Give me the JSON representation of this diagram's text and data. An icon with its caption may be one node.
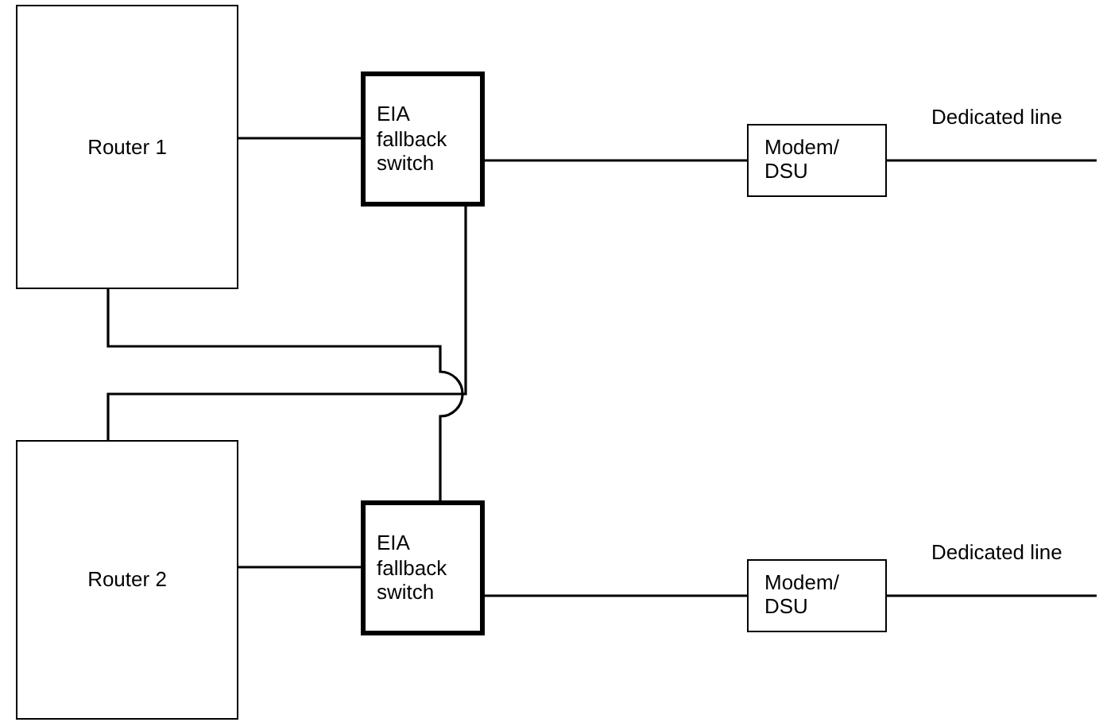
{
  "diagram": {
    "nodes": [
      {
        "text": [
          "Router 1"
        ]
      },
      {
        "text": [
          "EIA fallback switch"
        ]
      },
      {
        "text": [
          "Modem/ DSU"
        ]
      },
      {
        "text": [
          "Router 2"
        ]
      },
      {
        "text": [
          "EIA fallback switch"
        ]
      },
      {
        "text": [
          "Modem/ DSU"
        ]
      }
    ],
    "edges": [
      {
        "from": 0,
        "to": 1,
        "arrow": "none"
      },
      {
        "from": 1,
        "to": 2,
        "arrow": "none"
      },
      {
        "from": 2,
        "to": null,
        "arrow": "none",
        "label": "Dedicated line"
      },
      {
        "from": 0,
        "to": 4,
        "arrow": "none"
      },
      {
        "from": 3,
        "to": 1,
        "arrow": "none"
      },
      {
        "from": 3,
        "to": 4,
        "arrow": "none"
      },
      {
        "from": 4,
        "to": 5,
        "arrow": "none"
      },
      {
        "from": 5,
        "to": null,
        "arrow": "none",
        "label": "Dedicated line"
      }
    ]
  }
}
